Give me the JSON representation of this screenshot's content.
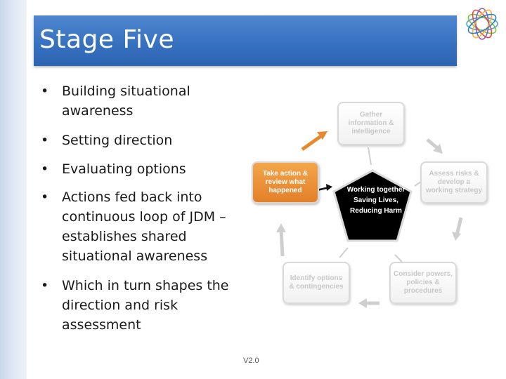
{
  "slide": {
    "title": "Stage Five",
    "version": "V2.0"
  },
  "bullets": [
    "Building situational awareness",
    "Setting direction",
    "Evaluating options",
    "Actions fed back into continuous loop of JDM – establishes shared situational awareness",
    "Which in turn shapes the direction and risk assessment"
  ],
  "bullet_glyph": "•",
  "diagram": {
    "center": "Working together Saving Lives, Reducing Harm",
    "boxes": {
      "gather": "Gather information & intelligence",
      "assess": "Assess risks & develop a working strategy",
      "consider": "Consider powers, policies & procedures",
      "identify": "Identify options & contingencies",
      "action": "Take action & review what happened"
    },
    "colors": {
      "active_box": "#e8892e",
      "inactive_box": "#f4f4f4",
      "arrow_active": "#e8892e",
      "arrow_inactive": "#d4d4d4",
      "center": "#000000"
    }
  },
  "theme": {
    "title_bar": "#3a74c4",
    "icons": [
      "logo-icon"
    ]
  }
}
